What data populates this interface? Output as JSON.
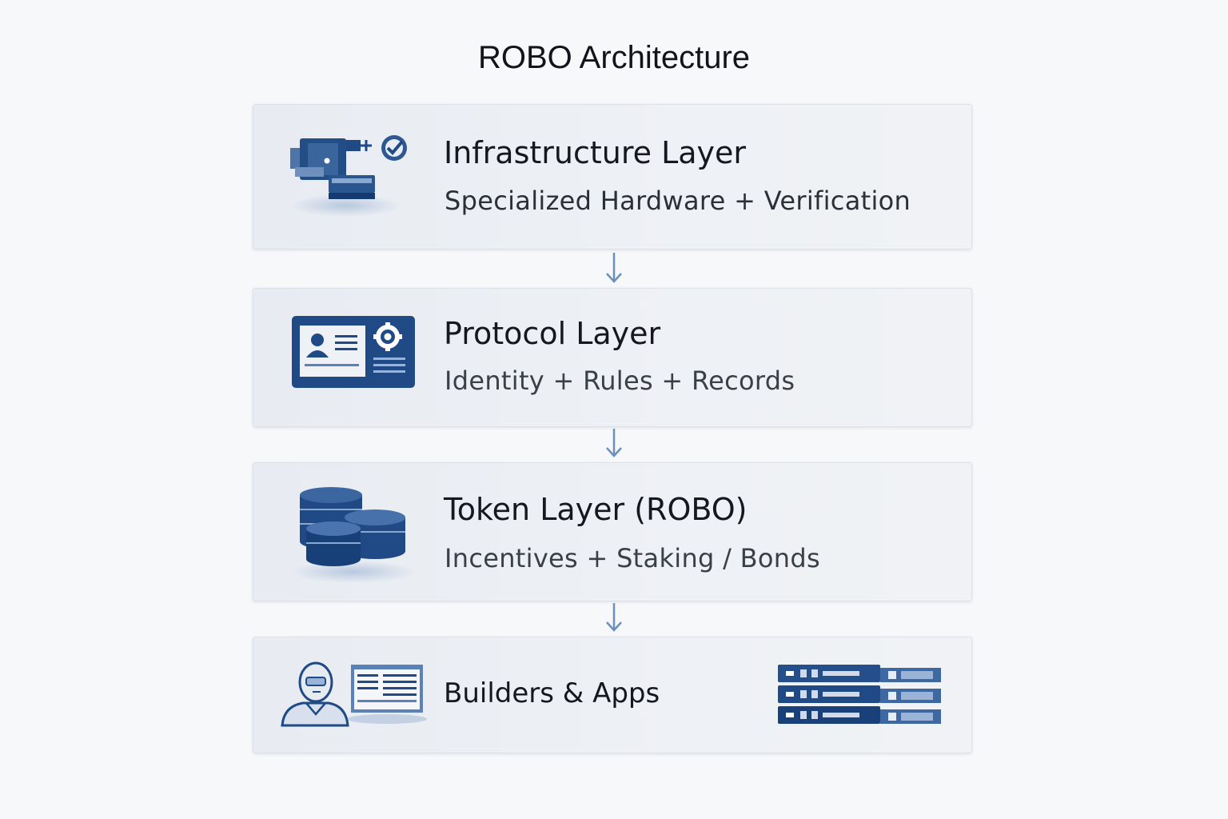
{
  "title": "ROBO Architecture",
  "layers": [
    {
      "title": "Infrastructure Layer",
      "subtitle": "Specialized Hardware + Verification",
      "icon": "hardware-verification-icon"
    },
    {
      "title": "Protocol Layer",
      "subtitle": "Identity + Rules + Records",
      "icon": "identity-card-gear-icon"
    },
    {
      "title": "Token Layer (ROBO)",
      "subtitle": "Incentives  + Staking / Bonds",
      "icon": "coin-stacks-icon"
    },
    {
      "title": "Builders & Apps",
      "icon": "robot-and-document-icon",
      "secondary_icon": "server-rack-icon"
    }
  ],
  "colors": {
    "accent": "#1f4a85",
    "accent_light": "#5b82b8",
    "arrow": "#6b8fbf",
    "panel": "#eceff4"
  }
}
